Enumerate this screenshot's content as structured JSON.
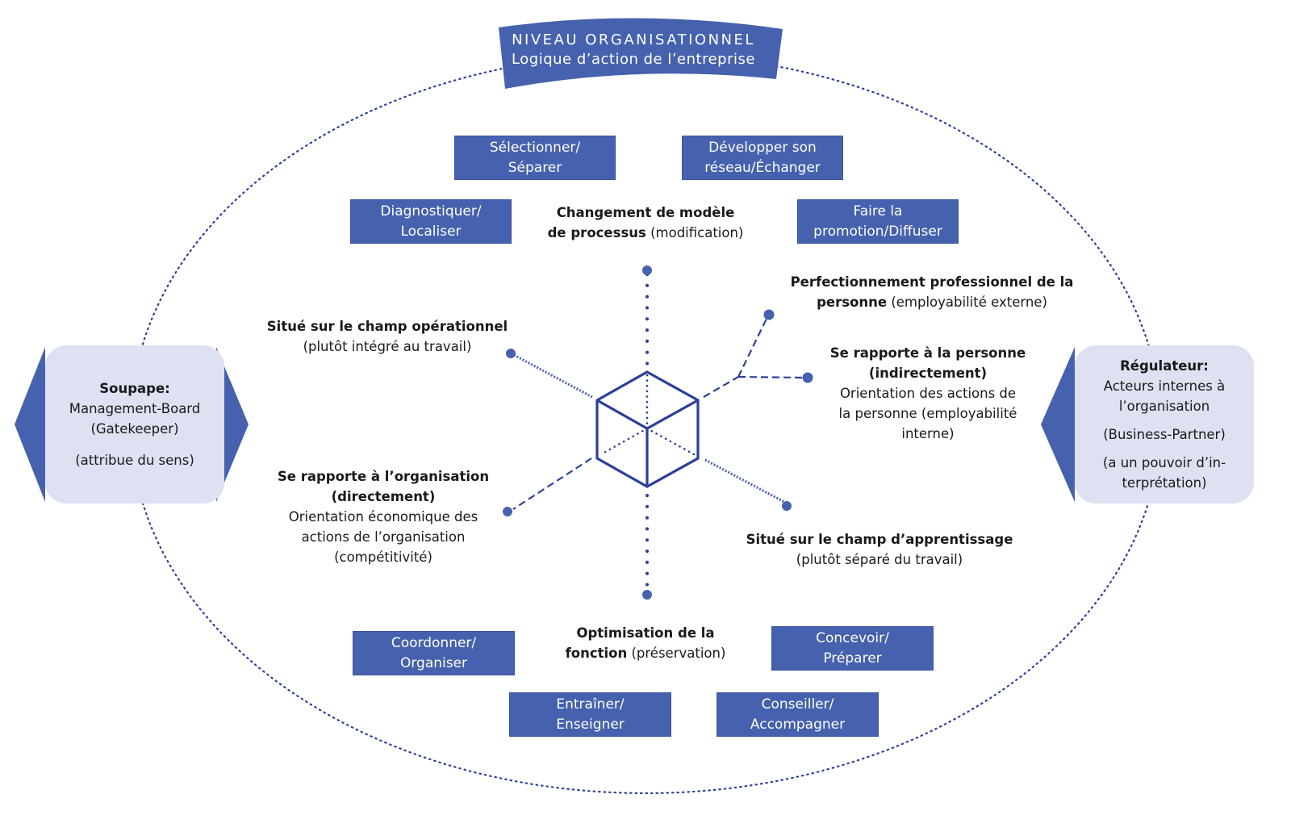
{
  "colors": {
    "primary": "#4661ad",
    "side_panel": "#dde1f2",
    "line": "#2c3f9a",
    "text": "#1a1a1a"
  },
  "banner": {
    "title": "NIVEAU ORGANISATIONNEL",
    "subtitle": "Logique d’action de l’entreprise"
  },
  "left_panel": {
    "title": "Soupape:",
    "line1": "Management-Board",
    "line2": "(Gatekeeper)",
    "note": "(attribue du sens)"
  },
  "right_panel": {
    "title": "Régulateur:",
    "line1": "Acteurs internes à",
    "line2": "l’organisation",
    "note1": "(Business-Partner)",
    "note2a": "(a un pouvoir d’in-",
    "note2b": "terprétation)"
  },
  "activity_boxes": {
    "selectionner": [
      "Sélectionner/",
      "Séparer"
    ],
    "developper": [
      "Développer son",
      "réseau/Échanger"
    ],
    "diagnostiquer": [
      "Diagnostiquer/",
      "Localiser"
    ],
    "faire_promotion": [
      "Faire la",
      "promotion/Diffuser"
    ],
    "coordonner": [
      "Coordonner/",
      "Organiser"
    ],
    "concevoir": [
      "Concevoir/",
      "Préparer"
    ],
    "entrainer": [
      "Entraîner/",
      "Enseigner"
    ],
    "conseiller": [
      "Conseiller/",
      "Accompagner"
    ]
  },
  "axis_labels": {
    "top": {
      "bold1": "Changement de modèle",
      "bold2": "de processus",
      "normal2": " (modification)"
    },
    "bottom": {
      "bold1": "Optimisation de la",
      "bold2": "fonction",
      "normal2": " (préservation)"
    },
    "upper_left": {
      "bold1": "Situé sur le champ opérationnel",
      "normal2": "(plutôt intégré au travail)"
    },
    "lower_right": {
      "bold1": "Situé sur le champ d’apprentissage",
      "normal2": "(plutôt séparé du travail)"
    },
    "upper_right_a": {
      "bold1": "Perfectionnement professionnel de la",
      "bold2": "personne",
      "normal2": " (employabilité externe)"
    },
    "upper_right_b": {
      "bold1": "Se rapporte à la personne",
      "bold2": "(indirectement)",
      "normal3": "Orientation des actions de",
      "normal4": "la personne (employabilité",
      "normal5": "interne)"
    },
    "lower_left": {
      "bold1": "Se rapporte à l’organisation",
      "bold2": "(directement)",
      "normal3": "Orientation économique des",
      "normal4": "actions de l’organisation",
      "normal5": "(compétitivité)"
    }
  }
}
